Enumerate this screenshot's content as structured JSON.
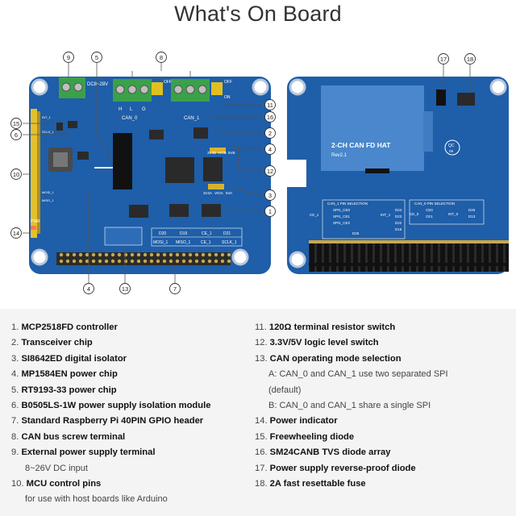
{
  "title": "What's On Board",
  "board": {
    "voltage_label": "DC8~28V",
    "can0_label": "CAN_0",
    "can1_label": "CAN_1",
    "hl_labels": [
      "H",
      "L",
      "G"
    ],
    "off_label": "OFF",
    "on_label": "ON",
    "int_label": "INT_1",
    "sclk_label": "SCLK_1",
    "cs_label": "CS_1",
    "mosi_label": "MOSI_1",
    "miso_label": "MISO_1",
    "sw_labels": [
      "3V3B",
      "VIOB",
      "5VB",
      "3V3A",
      "VIOA",
      "5VA"
    ],
    "pwr_label": "PWR",
    "table_headers": [
      "D20",
      "D19",
      "CE_1",
      "D21"
    ],
    "table_row2": [
      "MOSI_1",
      "MISO_1",
      "CE_1",
      "SCLK_1"
    ],
    "hat_title": "2-CH CAN FD HAT",
    "hat_rev": "Rev2.1",
    "qc_label": "QC",
    "qc_num": "09",
    "can1_pin_title": "CAN_1 PIN SELECTION",
    "can0_pin_title": "CAN_0 PIN SELECTION",
    "can1_pins": [
      "SPI1_CE0",
      "SPI1_CE1",
      "SPI1_CE2",
      "D24",
      "D23",
      "D22",
      "D26",
      "D16"
    ],
    "can0_pins": [
      "CE0",
      "CE1",
      "D25",
      "D13"
    ],
    "ce1_label": "CE_1",
    "int1_label": "INT_1",
    "ce0_label": "CE_0",
    "int0_label": "INT_0"
  },
  "callouts": [
    "1",
    "2",
    "3",
    "4",
    "5",
    "6",
    "7",
    "8",
    "9",
    "10",
    "11",
    "12",
    "13",
    "14",
    "15",
    "16",
    "17",
    "18"
  ],
  "legend_left": [
    {
      "num": "1.",
      "text": "MCP2518FD controller"
    },
    {
      "num": "2.",
      "text": "Transceiver chip"
    },
    {
      "num": "3.",
      "text": "SI8642ED digital isolator"
    },
    {
      "num": "4.",
      "text": "MP1584EN power chip"
    },
    {
      "num": "5.",
      "text": "RT9193-33 power chip"
    },
    {
      "num": "6.",
      "text": "B0505LS-1W power supply isolation module"
    },
    {
      "num": "7.",
      "text": "Standard Raspberry Pi 40PIN GPIO header"
    },
    {
      "num": "8.",
      "text": "CAN bus screw terminal"
    },
    {
      "num": "9.",
      "text": "External power supply terminal"
    },
    {
      "num": "",
      "text": "8~26V DC input"
    },
    {
      "num": "10.",
      "text": "MCU control pins"
    },
    {
      "num": "",
      "text": "for use with host boards like Arduino"
    }
  ],
  "legend_right": [
    {
      "num": "11.",
      "text": "120Ω terminal resistor switch"
    },
    {
      "num": "12.",
      "text": "3.3V/5V logic level switch"
    },
    {
      "num": "13.",
      "text": "CAN operating mode selection"
    },
    {
      "num": "",
      "text": "A: CAN_0 and CAN_1 use two separated SPI"
    },
    {
      "num": "",
      "text": "(default)"
    },
    {
      "num": "",
      "text": "B: CAN_0 and CAN_1 share a single SPI"
    },
    {
      "num": "14.",
      "text": "Power indicator"
    },
    {
      "num": "15.",
      "text": "Freewheeling diode"
    },
    {
      "num": "16.",
      "text": "SM24CANB TVS diode array"
    },
    {
      "num": "17.",
      "text": "Power supply reverse-proof diode"
    },
    {
      "num": "18.",
      "text": "2A fast resettable fuse"
    }
  ],
  "colors": {
    "board_blue": "#1f5ea8",
    "terminal_green": "#3aa14a",
    "gold_pads": "#d7b24a",
    "header_black": "#1a1a1a",
    "legend_bg": "#f4f4f4"
  }
}
